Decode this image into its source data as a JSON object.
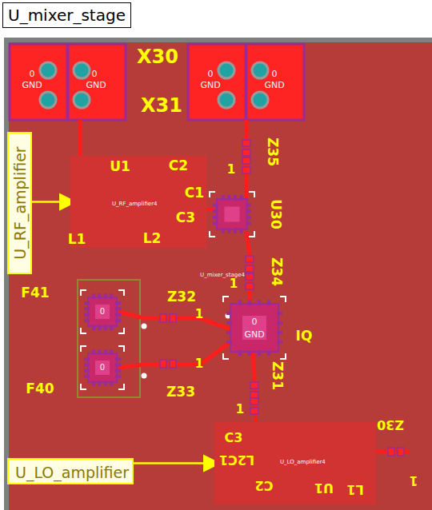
{
  "diagram": {
    "title": "U_mixer_stage",
    "nodes": [
      {
        "text": [
          "U_RF_amplifier"
        ]
      },
      {
        "text": [
          "U_RF_amplifier4"
        ]
      },
      {
        "text": [
          "U_LO_amplifier"
        ]
      },
      {
        "text": [
          "U_LO_amplifier4"
        ]
      }
    ],
    "edges": [
      {
        "from": 0,
        "to": 1,
        "arrow": "to"
      },
      {
        "from": 2,
        "to": 3,
        "arrow": "to"
      }
    ],
    "labels": [
      "X30",
      "X31",
      "0",
      "GND",
      "0",
      "GND",
      "0",
      "GND",
      "0",
      "GND",
      "U1",
      "C2",
      "C1",
      "L1",
      "L2",
      "C3",
      "Z35",
      "1",
      "U30",
      "Z34",
      "1",
      "U_mixer_stage4",
      "F41",
      "Z32",
      "1",
      "IQ",
      "0",
      "GND",
      "F40",
      "Z33",
      "1",
      "Z31",
      "1",
      "0",
      "0",
      "C3",
      "L2C1",
      "C2",
      "U1",
      "L1",
      "Z30",
      "1"
    ]
  }
}
